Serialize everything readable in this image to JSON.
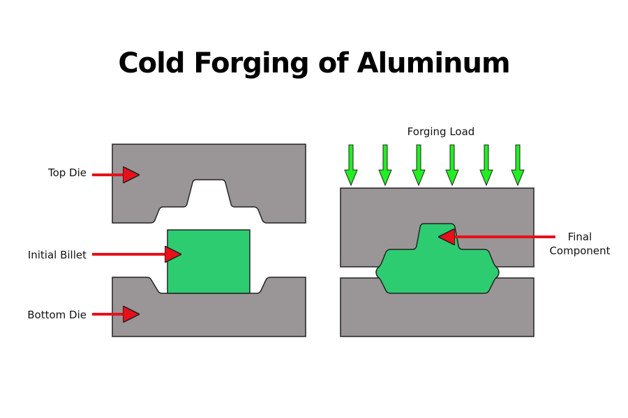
{
  "title": "Cold Forging of Aluminum",
  "left_panel": {
    "labels": {
      "top_die": "Top Die",
      "initial_billet": "Initial Billet",
      "bottom_die": "Bottom Die"
    }
  },
  "right_panel": {
    "load_label": "Forging Load",
    "load_arrow_count": 6,
    "final_component_line1": "Final",
    "final_component_line2": "Component"
  },
  "colors": {
    "die": "#9a9596",
    "billet": "#2ecc71",
    "pointer_arrow": "#e8101a",
    "load_arrow": "#22ee22",
    "outline": "#222222"
  }
}
